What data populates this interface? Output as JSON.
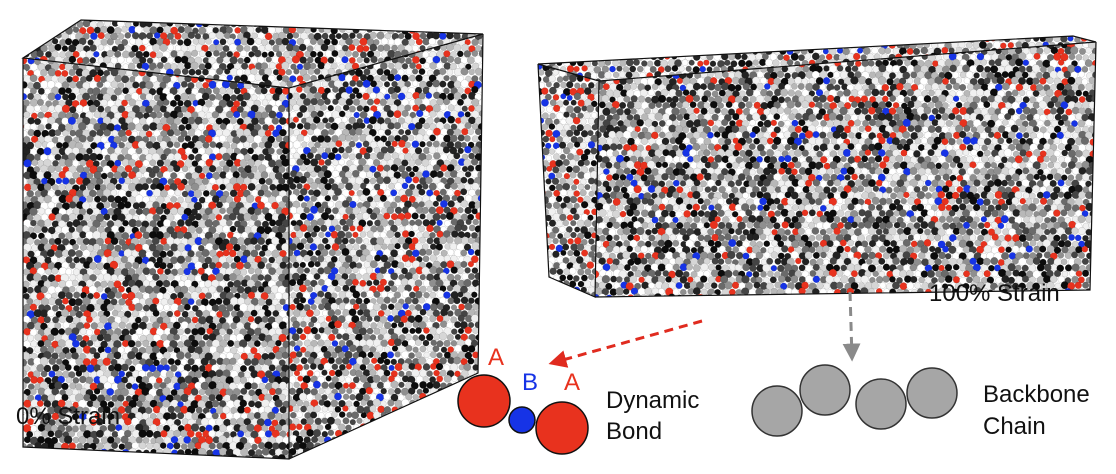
{
  "labels": {
    "strain_0": "0% Strain",
    "strain_100": "100% Strain",
    "dynamic_bond": [
      "Dynamic",
      "Bond"
    ],
    "backbone_chain": [
      "Backbone",
      "Chain"
    ]
  },
  "bond_letters": {
    "a_left": "A",
    "b": "B",
    "a_right": "A"
  },
  "colors": {
    "sticker_a": "#e8321e",
    "sticker_b": "#1633e6",
    "backbone": "#a6a6a6",
    "arrow_bond": "#e02b1f",
    "arrow_backbone": "#8a8a8a",
    "text": "#111111"
  },
  "particle_palette": [
    "#ffffff",
    "#f0f0f0",
    "#d6d6d6",
    "#b8b8b8",
    "#8f8f8f",
    "#6a6a6a",
    "#444444",
    "#222222",
    "#0c0c0c"
  ]
}
